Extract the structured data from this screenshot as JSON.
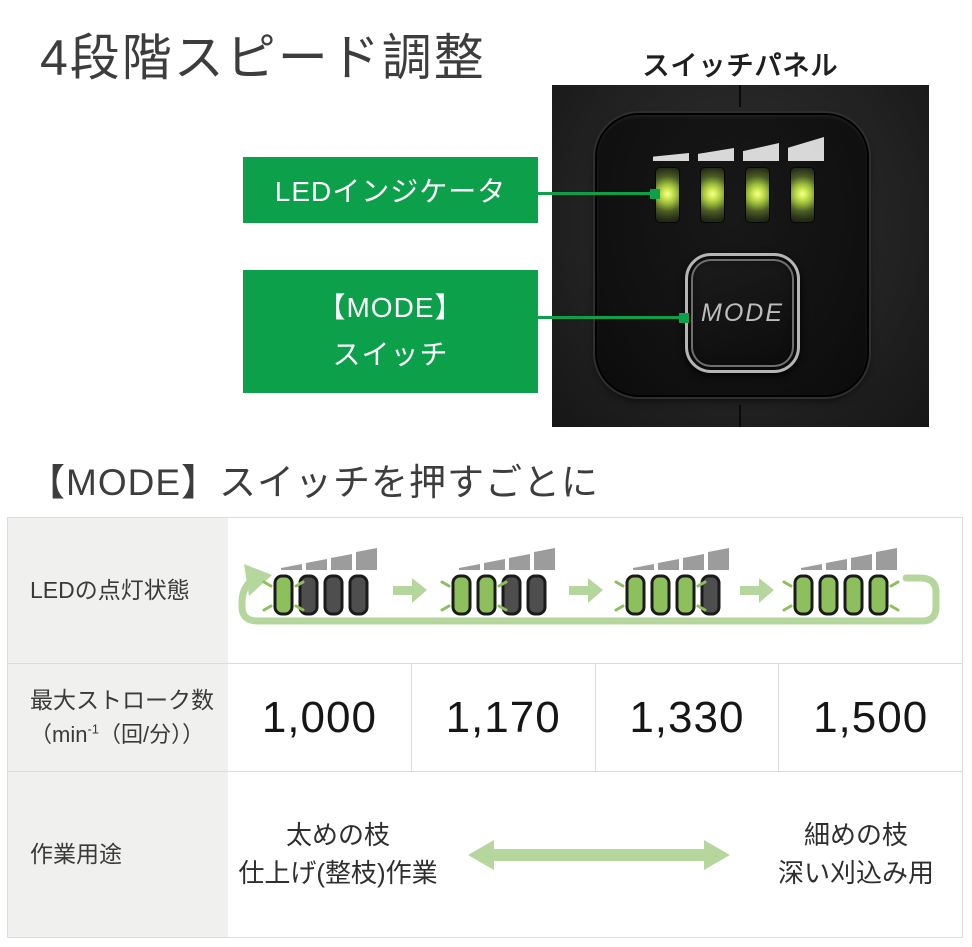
{
  "title": "4段階スピード調整",
  "panel": {
    "caption": "スイッチパネル",
    "mode_button_label": "MODE",
    "led_count": 4
  },
  "callouts": {
    "led_label": "LEDインジケータ",
    "mode_label_line1": "【MODE】",
    "mode_label_line2": "スイッチ"
  },
  "section_heading": "【MODE】スイッチを押すごとに",
  "table": {
    "led_row": {
      "header": "LEDの点灯状態",
      "states_lit_leds": [
        1,
        2,
        3,
        4
      ],
      "cycles_back_to_start": true
    },
    "stroke_row": {
      "header_line1": "最大ストローク数",
      "unit_prefix": "（min",
      "unit_sup": "-1",
      "unit_suffix": "（回/分））",
      "values": [
        "1,000",
        "1,170",
        "1,330",
        "1,500"
      ]
    },
    "usage_row": {
      "header": "作業用途",
      "left_line1": "太めの枝",
      "left_line2": "仕上げ(整枝)作業",
      "right_line1": "細めの枝",
      "right_line2": "深い刈込み用"
    }
  },
  "colors": {
    "brand_green": "#0ca04b",
    "light_green": "#b5d79e",
    "led_on_green": "#8dc05d",
    "led_off_gray": "#4e4e4e",
    "bar_gray": "#9c9c9c"
  }
}
